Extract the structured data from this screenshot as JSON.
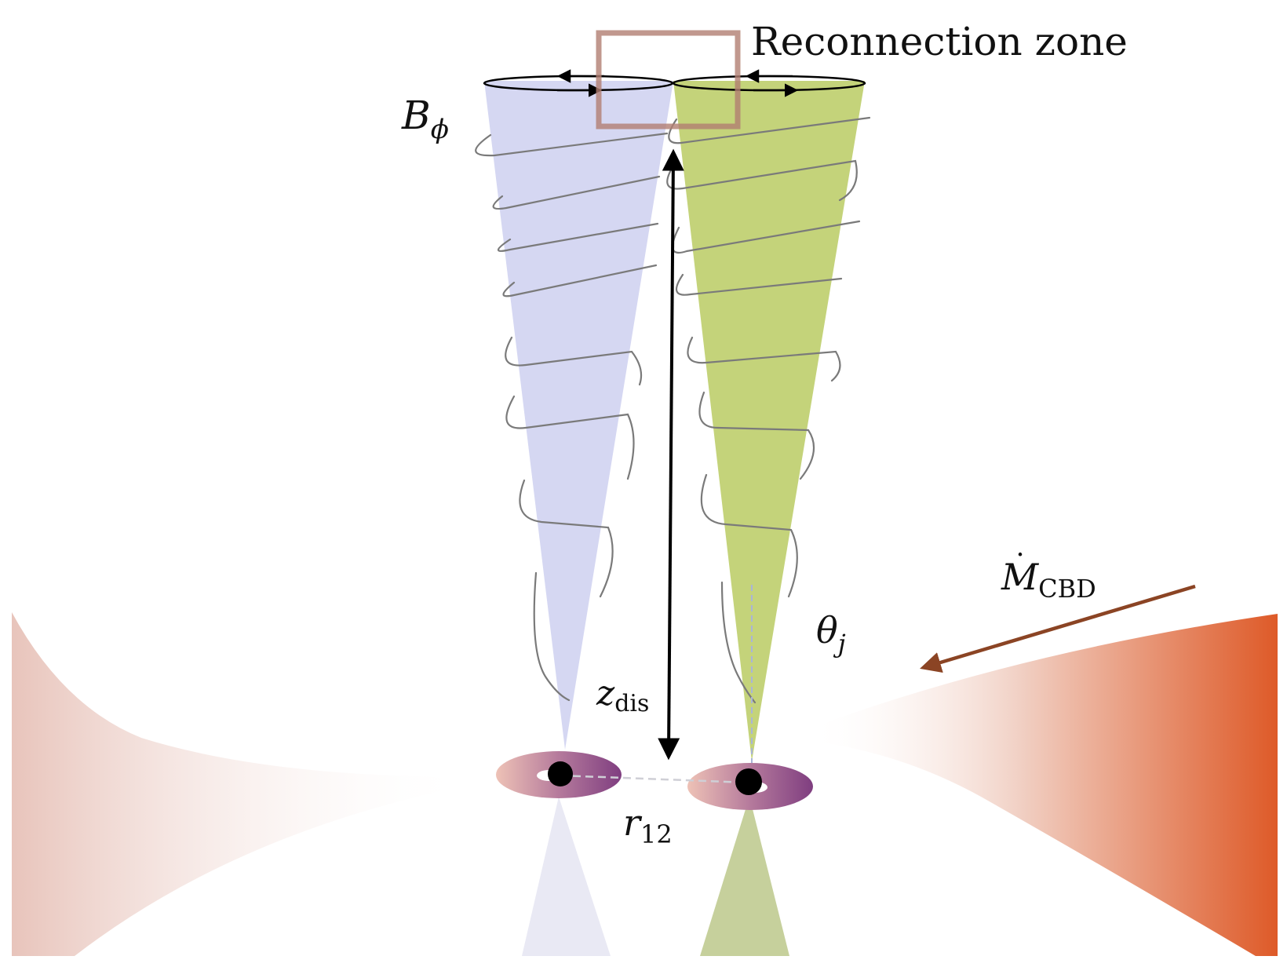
{
  "figure": {
    "reconnection_label": "Reconnection zone",
    "b_phi": {
      "symbol": "B",
      "sub": "ϕ"
    },
    "z_dis": {
      "symbol": "z",
      "sub": "dis"
    },
    "r_12": {
      "symbol": "r",
      "sub": "12"
    },
    "theta_j": {
      "symbol": "θ",
      "sub": "j"
    },
    "m_cbd": {
      "symbol": "M",
      "dot": "˙",
      "sub": "CBD"
    }
  },
  "colors": {
    "jet_left": "#d5d7f2",
    "jet_right": "#c4d37a",
    "jet_left_lower": "#e9e9f4",
    "jet_right_lower": "#c6d09c",
    "box": "#b27e72",
    "inflow_arrow": "#8b4424",
    "disk_right": "#de5a28",
    "disk_left": "#e8c4bb",
    "helix": "#7a7a7a",
    "black_hole": "#000000"
  }
}
